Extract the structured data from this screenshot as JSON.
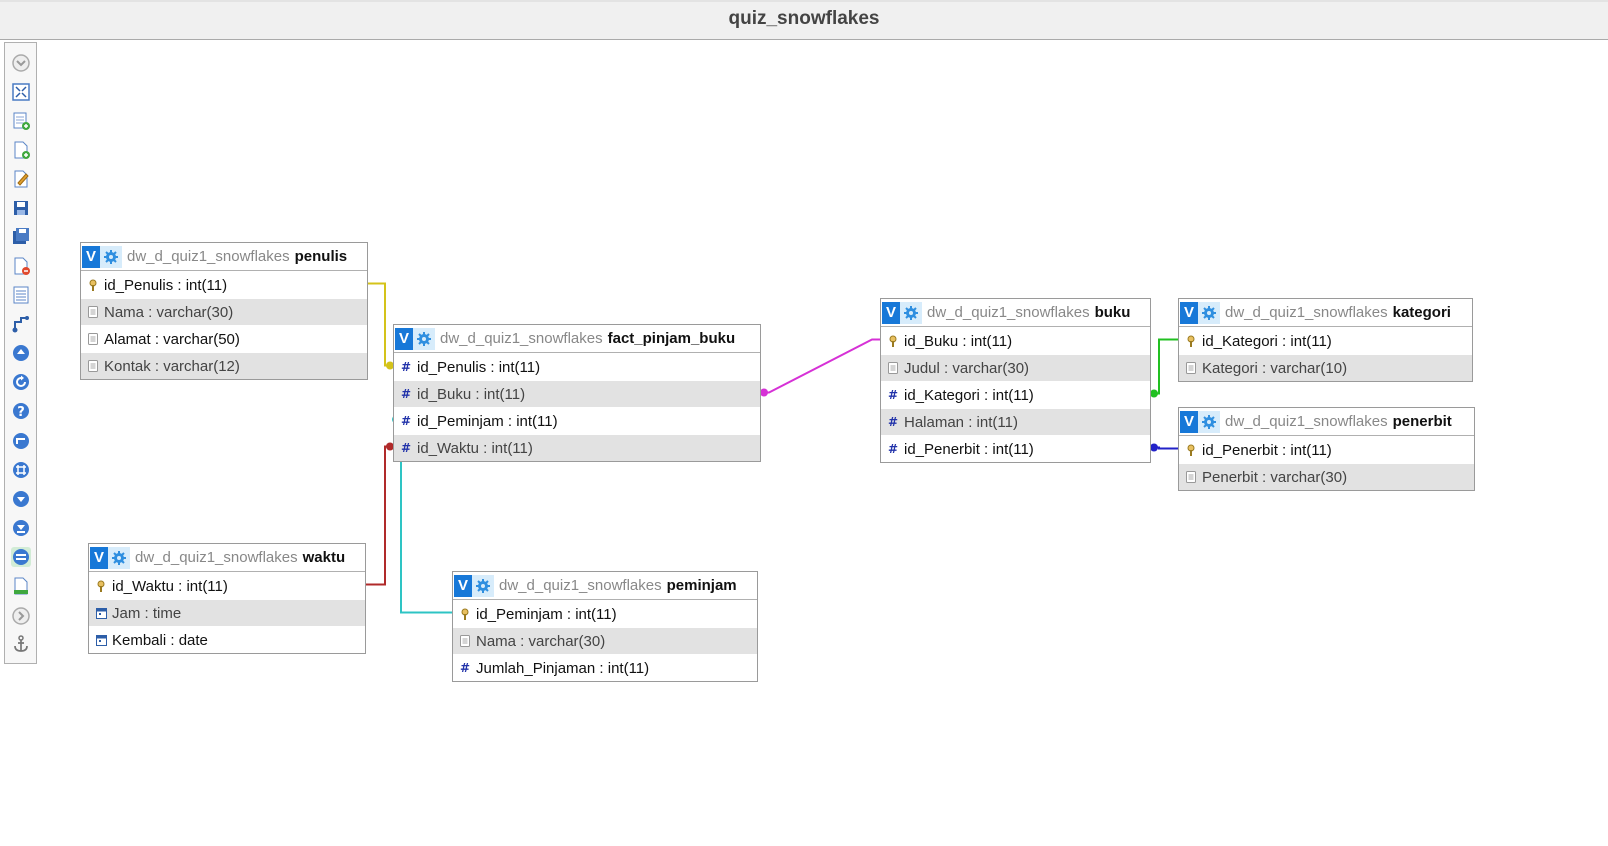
{
  "page_title": "quiz_snowflakes",
  "db_prefix": "dw_d_quiz1_snowflakes",
  "toolbar": [
    {
      "name": "toggle-menu-icon"
    },
    {
      "name": "fullscreen-icon"
    },
    {
      "name": "add-tables-icon"
    },
    {
      "name": "new-page-icon"
    },
    {
      "name": "edit-page-icon"
    },
    {
      "name": "save-icon"
    },
    {
      "name": "save-as-icon"
    },
    {
      "name": "delete-page-icon"
    },
    {
      "name": "table-list-icon"
    },
    {
      "name": "relation-lines-icon"
    },
    {
      "name": "toggle-direction-icon"
    },
    {
      "name": "reload-icon"
    },
    {
      "name": "help-icon"
    },
    {
      "name": "angular-links-icon"
    },
    {
      "name": "snap-grid-icon"
    },
    {
      "name": "collapse-all-icon"
    },
    {
      "name": "toggle-small-big-icon"
    },
    {
      "name": "relation-mode-icon"
    },
    {
      "name": "export-icon"
    },
    {
      "name": "move-menu-icon"
    },
    {
      "name": "pin-text-icon"
    }
  ],
  "tables": {
    "penulis": {
      "title": "penulis",
      "fields": [
        {
          "text": "id_Penulis : int(11)",
          "type": "key"
        },
        {
          "text": "Nama : varchar(30)",
          "type": "text"
        },
        {
          "text": "Alamat : varchar(50)",
          "type": "text"
        },
        {
          "text": "Kontak : varchar(12)",
          "type": "text"
        }
      ]
    },
    "fact": {
      "title": "fact_pinjam_buku",
      "fields": [
        {
          "text": "id_Penulis : int(11)",
          "type": "num"
        },
        {
          "text": "id_Buku : int(11)",
          "type": "num"
        },
        {
          "text": "id_Peminjam : int(11)",
          "type": "num"
        },
        {
          "text": "id_Waktu : int(11)",
          "type": "num"
        }
      ]
    },
    "buku": {
      "title": "buku",
      "fields": [
        {
          "text": "id_Buku : int(11)",
          "type": "key"
        },
        {
          "text": "Judul : varchar(30)",
          "type": "text"
        },
        {
          "text": "id_Kategori : int(11)",
          "type": "num"
        },
        {
          "text": "Halaman : int(11)",
          "type": "num"
        },
        {
          "text": "id_Penerbit : int(11)",
          "type": "num"
        }
      ]
    },
    "kategori": {
      "title": "kategori",
      "fields": [
        {
          "text": "id_Kategori : int(11)",
          "type": "key"
        },
        {
          "text": "Kategori : varchar(10)",
          "type": "text"
        }
      ]
    },
    "penerbit": {
      "title": "penerbit",
      "fields": [
        {
          "text": "id_Penerbit : int(11)",
          "type": "key"
        },
        {
          "text": "Penerbit : varchar(30)",
          "type": "text"
        }
      ]
    },
    "waktu": {
      "title": "waktu",
      "fields": [
        {
          "text": "id_Waktu : int(11)",
          "type": "key"
        },
        {
          "text": "Jam : time",
          "type": "date"
        },
        {
          "text": "Kembali : date",
          "type": "date"
        }
      ]
    },
    "peminjam": {
      "title": "peminjam",
      "fields": [
        {
          "text": "id_Peminjam : int(11)",
          "type": "key"
        },
        {
          "text": "Nama : varchar(30)",
          "type": "text"
        },
        {
          "text": "Jumlah_Pinjaman : int(11)",
          "type": "num"
        }
      ]
    }
  },
  "relations": [
    {
      "from": "fact.id_Penulis",
      "to": "penulis.id_Penulis",
      "color": "#d4c31a"
    },
    {
      "from": "fact.id_Buku",
      "to": "buku.id_Buku",
      "color": "#d631d6"
    },
    {
      "from": "fact.id_Peminjam",
      "to": "peminjam.id_Peminjam",
      "color": "#2ec4c4"
    },
    {
      "from": "fact.id_Waktu",
      "to": "waktu.id_Waktu",
      "color": "#b02a2a"
    },
    {
      "from": "buku.id_Kategori",
      "to": "kategori.id_Kategori",
      "color": "#22c022"
    },
    {
      "from": "buku.id_Penerbit",
      "to": "penerbit.id_Penerbit",
      "color": "#2222c8"
    }
  ],
  "colors": {
    "accent": "#1778d8",
    "alt_row": "#e2e2e2"
  }
}
